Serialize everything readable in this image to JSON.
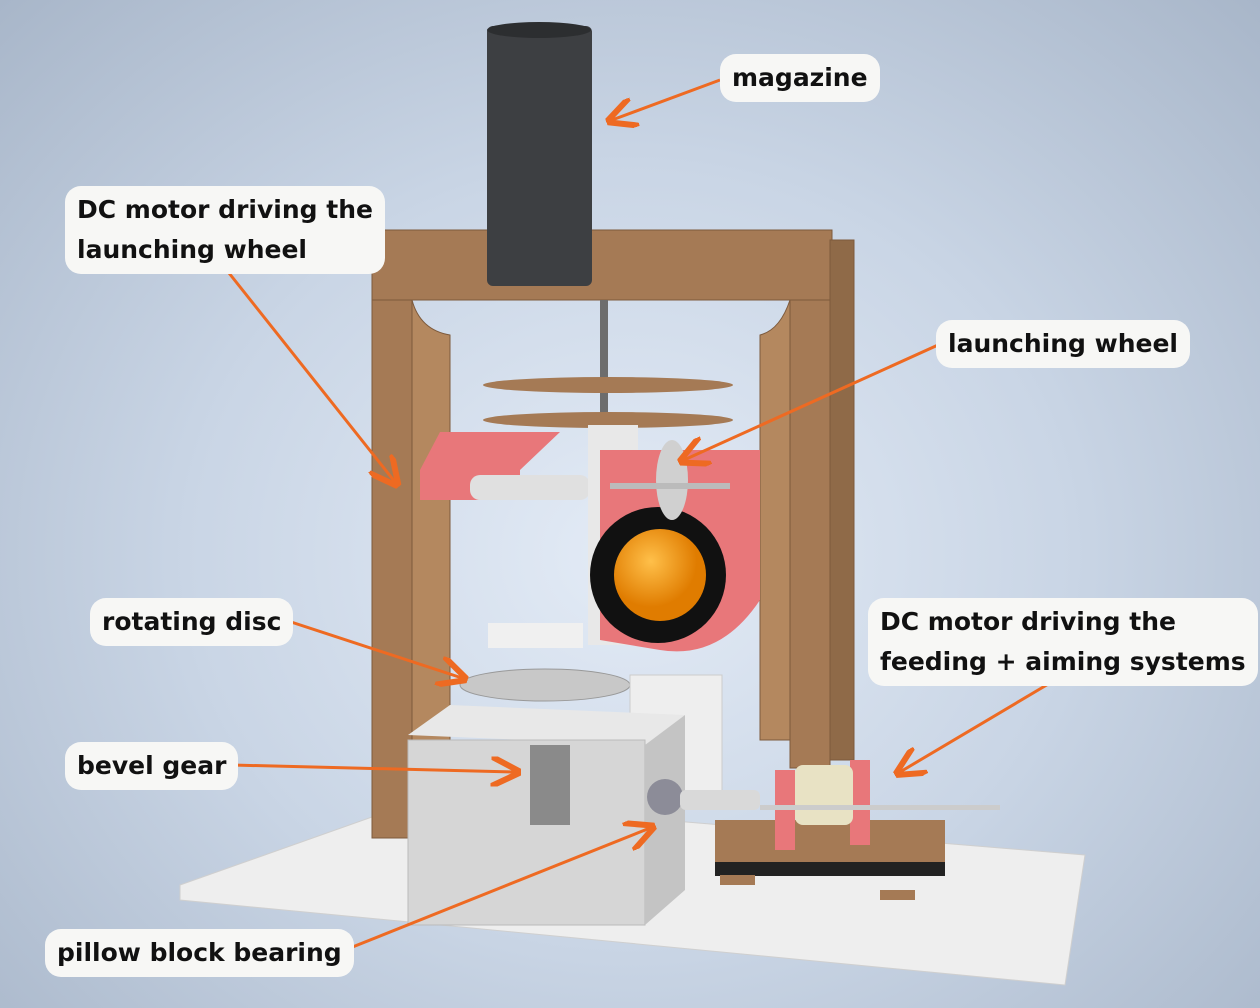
{
  "labels": {
    "magazine": "magazine",
    "dc_motor_launch_line1": "DC motor driving the",
    "dc_motor_launch_line2": "launching wheel",
    "launching_wheel": "launching wheel",
    "rotating_disc": "rotating disc",
    "dc_motor_feed_line1": "DC motor driving the",
    "dc_motor_feed_line2": "feeding + aiming systems",
    "bevel_gear": "bevel gear",
    "pillow_block_bearing": "pillow block bearing"
  },
  "colors": {
    "arrow": "#ee6a22",
    "wood": "#a57a55",
    "pink": "#e8777a",
    "ball": "#f0960e",
    "metal": "#d8d8d8"
  }
}
